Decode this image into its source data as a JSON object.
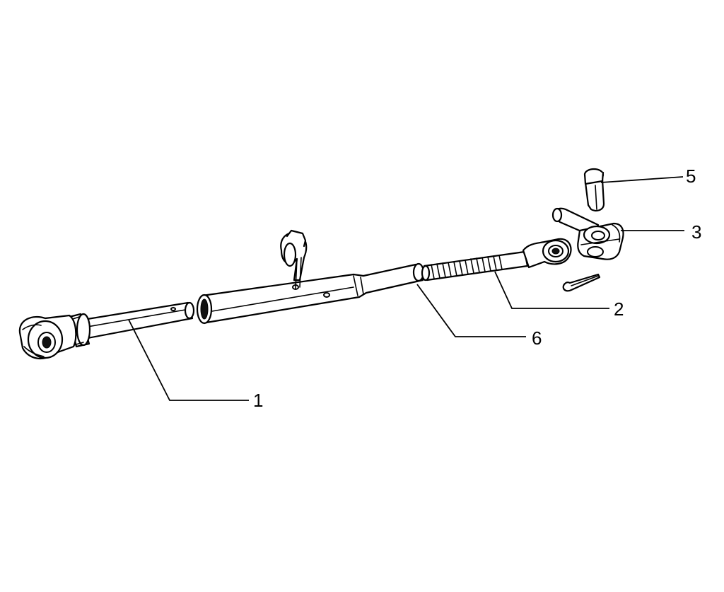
{
  "callouts": [
    {
      "id": "1",
      "label": "1"
    },
    {
      "id": "2",
      "label": "2"
    },
    {
      "id": "3",
      "label": "3"
    },
    {
      "id": "5",
      "label": "5"
    },
    {
      "id": "6",
      "label": "6"
    }
  ]
}
